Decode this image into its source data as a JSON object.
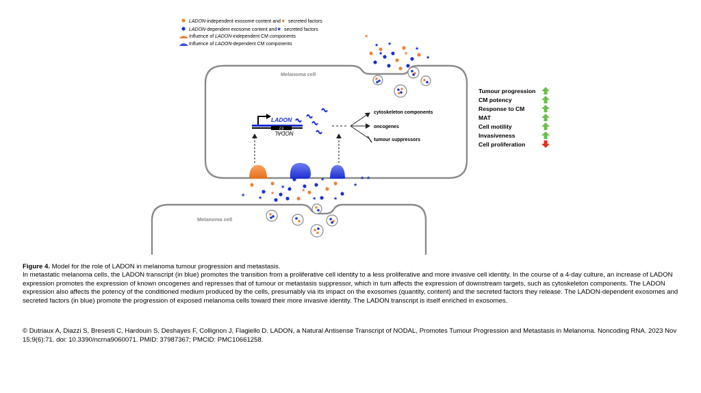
{
  "legend": {
    "item1_italic": "LADON",
    "item1_text": "-independent exosome content and",
    "item1_suffix": "secreted factors",
    "item2_italic": "LADON",
    "item2_text": "-dependent exosome content and",
    "item2_suffix": "secreted factors",
    "item3_text": "Influence of ",
    "item3_italic": "LADON",
    "item3_suffix": "-independent CM components",
    "item4_text": "Influence of ",
    "item4_italic": "LADON",
    "item4_suffix": "-dependent CM components"
  },
  "diagram": {
    "cell_top_label": "Melanoma cell",
    "cell_bottom_label": "Melanoma cell",
    "gene_label": "LADON",
    "exon_label": "E2",
    "antisense_label": "NODAL",
    "target1": "cytoskeleton components",
    "target2": "oncogenes",
    "target3": "tumour suppressors"
  },
  "outcomes": [
    {
      "label": "Tumour progression",
      "direction": "up"
    },
    {
      "label": "CM potency",
      "direction": "up"
    },
    {
      "label": "Response to CM",
      "direction": "up"
    },
    {
      "label": "MAT",
      "direction": "up"
    },
    {
      "label": "Cell motility",
      "direction": "up"
    },
    {
      "label": "Invasiveness",
      "direction": "up"
    },
    {
      "label": "Cell proliferation",
      "direction": "down"
    }
  ],
  "colors": {
    "up_arrow": "#6abf4b",
    "down_arrow": "#e8301c",
    "independent": "#e8843c",
    "dependent": "#1a2fd0"
  },
  "caption": {
    "figure_label": "Figure 4.",
    "title": " Model for the role of LADON in melanoma tumour progression and metastasis.",
    "body": "In metastatic melanoma cells, the LADON transcript (in blue) promotes the transition from a proliferative cell identity to a less proliferative and more invasive cell identity. In the course of a 4-day culture, an increase of LADON expression promotes the expression of known oncogenes and represses that of tumour or metastasis suppressor, which in turn affects the expression of downstream targets, such as cytoskeleton components. The LADON expression also affects the potency of the conditioned medium produced by the cells, presumably via its impact on the exosomes (quantity, content) and the secreted factors they release. The LADON-dependent exosomes and secreted factors (in blue) promote the progression of exposed melanoma cells toward their more invasive identity. The LADON transcript is itself enriched in exosomes."
  },
  "citation": "© Dutriaux A, Diazzi S, Bresesti C, Hardouin S, Deshayes F, Collignon J, Flagiello D. LADON, a Natural Antisense Transcript of NODAL, Promotes Tumour Progression and Metastasis in Melanoma. Noncoding RNA. 2023 Nov 15;9(6):71. doi: 10.3390/ncrna9060071. PMID: 37987367; PMCID: PMC10661258."
}
